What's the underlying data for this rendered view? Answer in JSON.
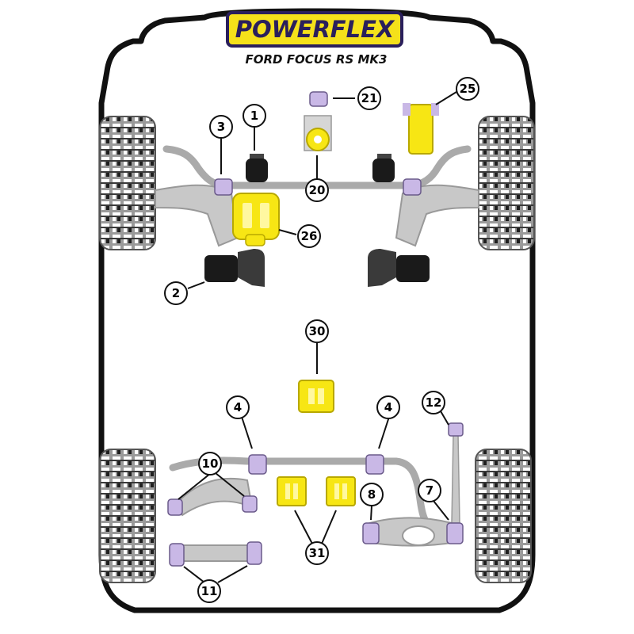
{
  "brand": {
    "name": "POWERFLEX",
    "model": "FORD FOCUS RS MK3",
    "name_color": "#2a1f5c",
    "badge_color": "#f5e11a"
  },
  "colors": {
    "bush_yellow": "#f7e614",
    "bush_purple": "#c9b8e6",
    "bush_black": "#1a1a1a",
    "arm_grey": "#b8b8b8",
    "outline": "#222222"
  },
  "callouts": {
    "c1": "1",
    "c2": "2",
    "c3": "3",
    "c4a": "4",
    "c4b": "4",
    "c7": "7",
    "c8": "8",
    "c10": "10",
    "c11": "11",
    "c12": "12",
    "c20": "20",
    "c21": "21",
    "c25": "25",
    "c26": "26",
    "c30": "30",
    "c31": "31"
  },
  "icons": {
    "tyre": "tread-tyre-icon",
    "bush": "bush-icon"
  }
}
